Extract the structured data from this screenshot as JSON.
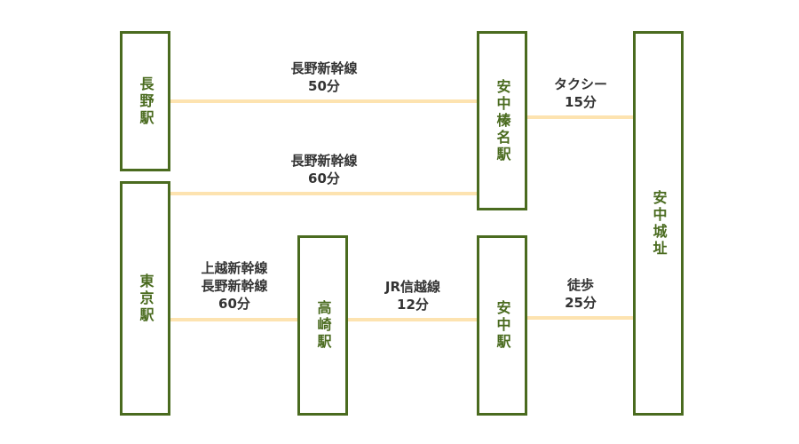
{
  "stations": {
    "nagano": "長野駅",
    "tokyo": "東京駅",
    "takasaki": "高崎駅",
    "annaka_haruna": "安中榛名駅",
    "annaka": "安中駅",
    "annaka_castle": "安中城址"
  },
  "routes": {
    "nagano_to_annaka_haruna": {
      "line": "長野新幹線",
      "time": "50分"
    },
    "tokyo_to_annaka_haruna": {
      "line": "長野新幹線",
      "time": "60分"
    },
    "annaka_haruna_to_castle": {
      "mode": "タクシー",
      "time": "15分"
    },
    "tokyo_to_takasaki": {
      "line1": "上越新幹線",
      "line2": "長野新幹線",
      "time": "60分"
    },
    "takasaki_to_annaka": {
      "line": "JR信越線",
      "time": "12分"
    },
    "annaka_to_castle": {
      "mode": "徒歩",
      "time": "25分"
    }
  },
  "colors": {
    "box_border": "#4a6b1f",
    "station_text": "#4a6b1f",
    "connector": "#fde3b0",
    "route_text": "#333333"
  }
}
